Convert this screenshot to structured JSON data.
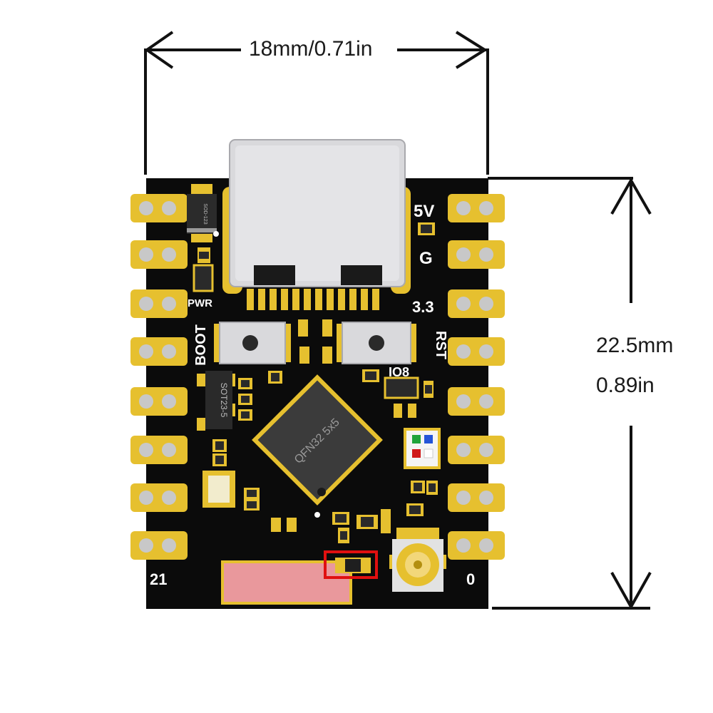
{
  "dimensions": {
    "width_label": "18mm/0.71in",
    "height_label_mm": "22.5mm",
    "height_label_in": "0.89in"
  },
  "board": {
    "labels": {
      "five_v": "5V",
      "ground": "G",
      "three_three": "3.3",
      "reset": "RST",
      "io8": "IO8",
      "pwr": "PWR",
      "boot": "BOOT",
      "pin_21": "21",
      "pin_0": "0"
    },
    "chip_label": "QFN32 5x5",
    "regulator_label": "SOT23-5",
    "diode_label": "SOD-123"
  },
  "colors": {
    "pcb": "#0b0b0b",
    "gold": "#e6c02f",
    "pad_hole": "#c8c8c8",
    "antenna": "#e9989c",
    "highlight": "#e01010",
    "usb": "#d9d9dc"
  }
}
